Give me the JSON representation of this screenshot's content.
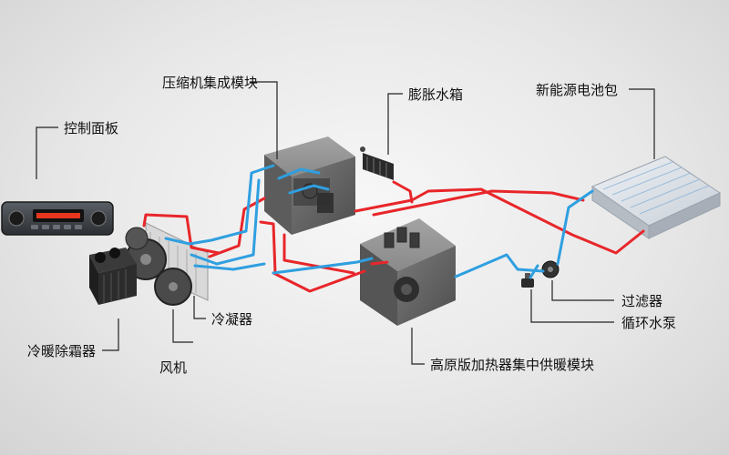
{
  "labels": {
    "compressor": "压缩机集成模块",
    "expansion_tank": "膨胀水箱",
    "battery_pack": "新能源电池包",
    "control_panel": "控制面板",
    "condenser": "冷凝器",
    "defrost_unit": "冷暖除霜器",
    "fan": "风机",
    "filter": "过滤器",
    "pump": "循环水泵",
    "heater": "高原版加热器集中供暖模块"
  },
  "colors": {
    "hot_pipe": "#e8262a",
    "cold_pipe": "#2f9fe0",
    "leader_line": "#222222",
    "box": "#6f6f6f",
    "panel_display": "#ff3b1f"
  }
}
